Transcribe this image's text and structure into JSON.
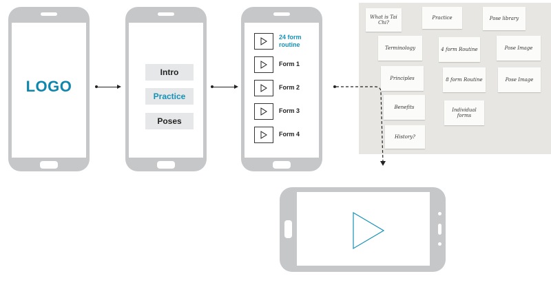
{
  "screen1": {
    "logo_text": "LOGO"
  },
  "screen2": {
    "menu": [
      "Intro",
      "Practice",
      "Poses"
    ],
    "active_index": 1
  },
  "screen3": {
    "forms": [
      "24 form routine",
      "Form 1",
      "Form 2",
      "Form 3",
      "Form 4"
    ],
    "highlight_index": 0
  },
  "cards": [
    "What is Tai Chi?",
    "Practice",
    "Pose library",
    "Terminology",
    "4 form Routine",
    "Pose Image",
    "Principles",
    "8 form Routine",
    "Pose Image",
    "Benefits",
    "Individual forms",
    "History?"
  ],
  "colors": {
    "phone_body": "#c6c7c9",
    "accent": "#1591b6",
    "logo": "#0f87ad",
    "menu_bg": "#e6e7e8"
  },
  "video_player": {
    "icon": "play-icon"
  }
}
